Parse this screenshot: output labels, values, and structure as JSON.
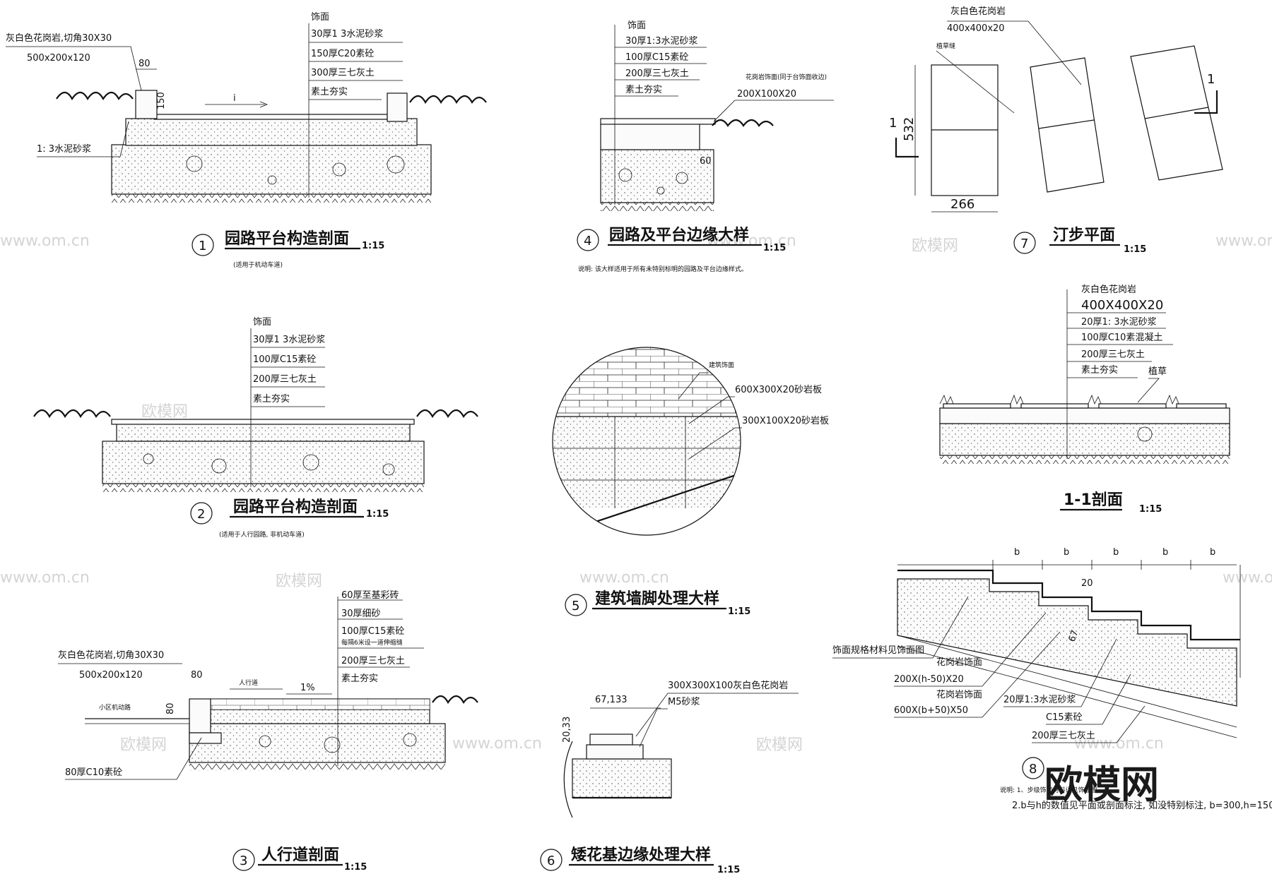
{
  "logo": "欧模网",
  "watermarks": [
    "www.om.cn",
    "欧模网"
  ],
  "s1": {
    "num": "1",
    "title": "园路平台构造剖面",
    "scale": "1:15",
    "note": "(适用于机动车道)",
    "layers_head": "饰面",
    "layers": [
      "30厚1 3水泥砂浆",
      "150厚C20素砼",
      "300厚三七灰土",
      "素土夯实"
    ],
    "curb_l1": "灰白色花岗岩,切角30X30",
    "curb_l2": "500x200x120",
    "mortar": "1: 3水泥砂浆",
    "d80": "80",
    "d150": "150",
    "slope": "i"
  },
  "s2": {
    "num": "2",
    "title": "园路平台构造剖面",
    "scale": "1:15",
    "note": "(适用于人行园路, 非机动车道)",
    "layers_head": "饰面",
    "layers": [
      "30厚1 3水泥砂浆",
      "100厚C15素砼",
      "200厚三七灰土",
      "素土夯实"
    ]
  },
  "s3": {
    "num": "3",
    "title": "人行道剖面",
    "scale": "1:15",
    "layers": [
      "60厚至基彩砖",
      "30厚细砂",
      "100厚C15素砼",
      "每隔6米设一道伸缩缝",
      "200厚三七灰土",
      "素土夯实"
    ],
    "curb_l1": "灰白色花岗岩,切角30X30",
    "curb_l2": "500x200x120",
    "base": "80厚C10素砼",
    "walk": "人行道",
    "road": "小区机动路",
    "pct": "1%",
    "d80a": "80",
    "d80b": "80"
  },
  "s4": {
    "num": "4",
    "title": "园路及平台边缘大样",
    "scale": "1:15",
    "note": "说明: 该大样适用于所有未特别标明的园路及平台边缘样式。",
    "layers_head": "饰面",
    "layers": [
      "30厚1:3水泥砂浆",
      "100厚C15素砼",
      "200厚三七灰土",
      "素土夯实"
    ],
    "edge_l1": "花岗岩饰面(同于台饰面收边)",
    "edge_l2": "200X100X20",
    "d60": "60"
  },
  "s5": {
    "num": "5",
    "title": "建筑墙脚处理大样",
    "scale": "1:15",
    "l1": "建筑饰面",
    "l2": "600X300X20砂岩板",
    "l3": "300X100X20砂岩板"
  },
  "s6": {
    "num": "6",
    "title": "矮花基边缘处理大样",
    "scale": "1:15",
    "l1": "300X300X100灰白色花岗岩",
    "l2": "M5砂浆",
    "dims": "67,133",
    "vdims": "20,33"
  },
  "s7": {
    "num": "7",
    "title": "汀步平面",
    "scale": "1:15",
    "l1": "灰白色花岗岩",
    "l2": "400x400x20",
    "grass": "植草缝",
    "d532": "532",
    "d266": "266",
    "cut": "1"
  },
  "s11": {
    "title": "1-1剖面",
    "scale": "1:15",
    "layers": [
      "灰白色花岗岩",
      "400X400X20",
      "20厚1: 3水泥砂浆",
      "100厚C10素混凝土",
      "200厚三七灰土",
      "素土夯实"
    ],
    "grass": "植草"
  },
  "s8": {
    "num": "8",
    "b": "b",
    "d20": "20",
    "d67": "67",
    "l_finish": "饰面规格材料见饰面图",
    "l_g1": "花岗岩饰面",
    "l_g1s": "200X(h-50)X20",
    "l_g2": "花岗岩饰面",
    "l_g2s": "600X(b+50)X50",
    "l_m": "20厚1:3水泥砂浆",
    "l_c": "C15素砼",
    "l_s": "200厚三七灰土",
    "note1": "说明: 1、步级饰面材料详见饰面图",
    "note2": "2.b与h的数值见平面或剖面标注, 如没特别标注, b=300,h=150."
  }
}
